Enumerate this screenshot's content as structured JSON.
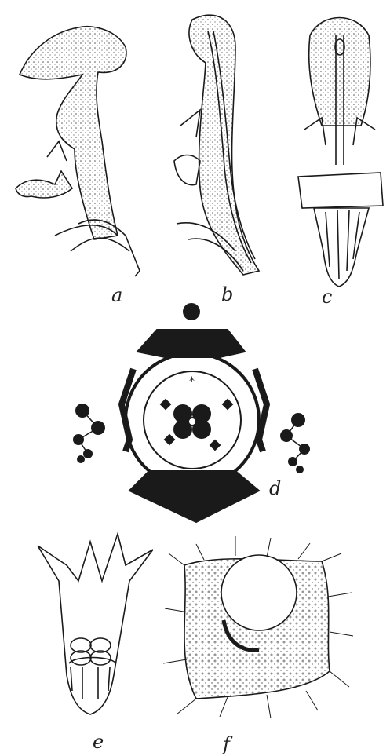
{
  "figure": {
    "labels": {
      "a": "a",
      "b": "b",
      "c": "c",
      "d": "d",
      "e": "e",
      "f": "f"
    }
  },
  "colors": {
    "ink": "#1a1a1a",
    "paper": "#ffffff",
    "stipple": "#555555"
  }
}
